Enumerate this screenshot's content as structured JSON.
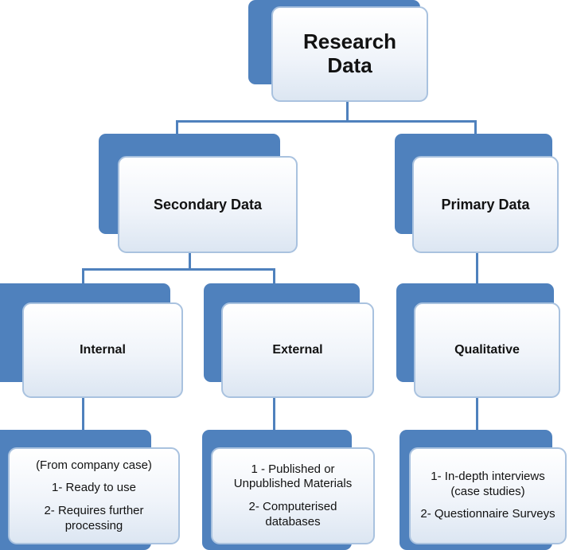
{
  "diagram_title": "Research Data classification tree",
  "colors": {
    "shadow_blue": "#4f81bd",
    "box_border": "#a9c2df",
    "box_fill_top": "#ffffff",
    "box_fill_bottom": "#dce6f2",
    "connector": "#4f81bd",
    "text": "#121212"
  },
  "nodes": {
    "root": {
      "label": "Research Data"
    },
    "secondary": {
      "label": "Secondary Data"
    },
    "primary": {
      "label": "Primary Data"
    },
    "internal": {
      "label": "Internal"
    },
    "external": {
      "label": "External"
    },
    "qualitative": {
      "label": "Qualitative"
    },
    "internal_detail": {
      "lines": [
        "(From company case)",
        "1- Ready to use",
        "2- Requires further processing"
      ]
    },
    "external_detail": {
      "lines": [
        "1 - Published or Unpublished Materials",
        "2- Computerised databases"
      ]
    },
    "qualitative_detail": {
      "lines": [
        "1- In-depth interviews (case studies)",
        "2- Questionnaire Surveys"
      ]
    }
  }
}
